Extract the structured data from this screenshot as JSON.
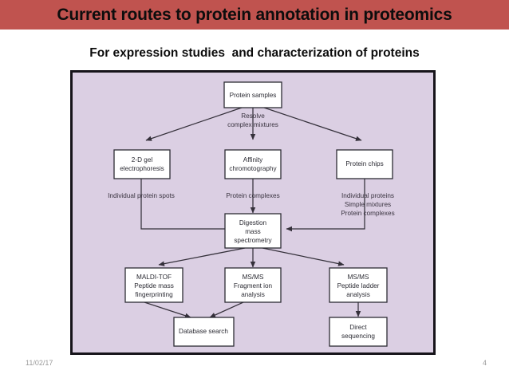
{
  "slide": {
    "title": "Current routes to protein annotation in proteomics",
    "subtitle": "For expression studies  and characterization of proteins",
    "title_bar_color": "#c0534f",
    "figure_background_color": "#dbcfe3",
    "footer": {
      "date": "11/02/17",
      "page_number": "4"
    }
  },
  "diagram": {
    "type": "flowchart",
    "nodes": {
      "protein_samples": "Protein samples",
      "two_d_gel_line1": "2-D gel",
      "two_d_gel_line2": "electrophoresis",
      "affinity_line1": "Affinity",
      "affinity_line2": "chromotography",
      "protein_chips": "Protein chips",
      "digestion_line1": "Digestion",
      "digestion_line2": "mass",
      "digestion_line3": "spectrometry",
      "maldi_line1": "MALDI-TOF",
      "maldi_line2": "Peptide mass",
      "maldi_line3": "fingerprinting",
      "msms_frag_line1": "MS/MS",
      "msms_frag_line2": "Fragment ion",
      "msms_frag_line3": "analysis",
      "msms_ladder_line1": "MS/MS",
      "msms_ladder_line2": "Peptide ladder",
      "msms_ladder_line3": "analysis",
      "database_search": "Database search",
      "direct_seq_line1": "Direct",
      "direct_seq_line2": "sequencing"
    },
    "edge_labels": {
      "resolve_line1": "Resolve",
      "resolve_line2": "complex mixtures",
      "left_branch": "Individual protein spots",
      "middle_branch": "Protein complexes",
      "right_line1": "Individual proteins",
      "right_line2": "Simple mixtures",
      "right_line3": "Protein complexes"
    }
  }
}
